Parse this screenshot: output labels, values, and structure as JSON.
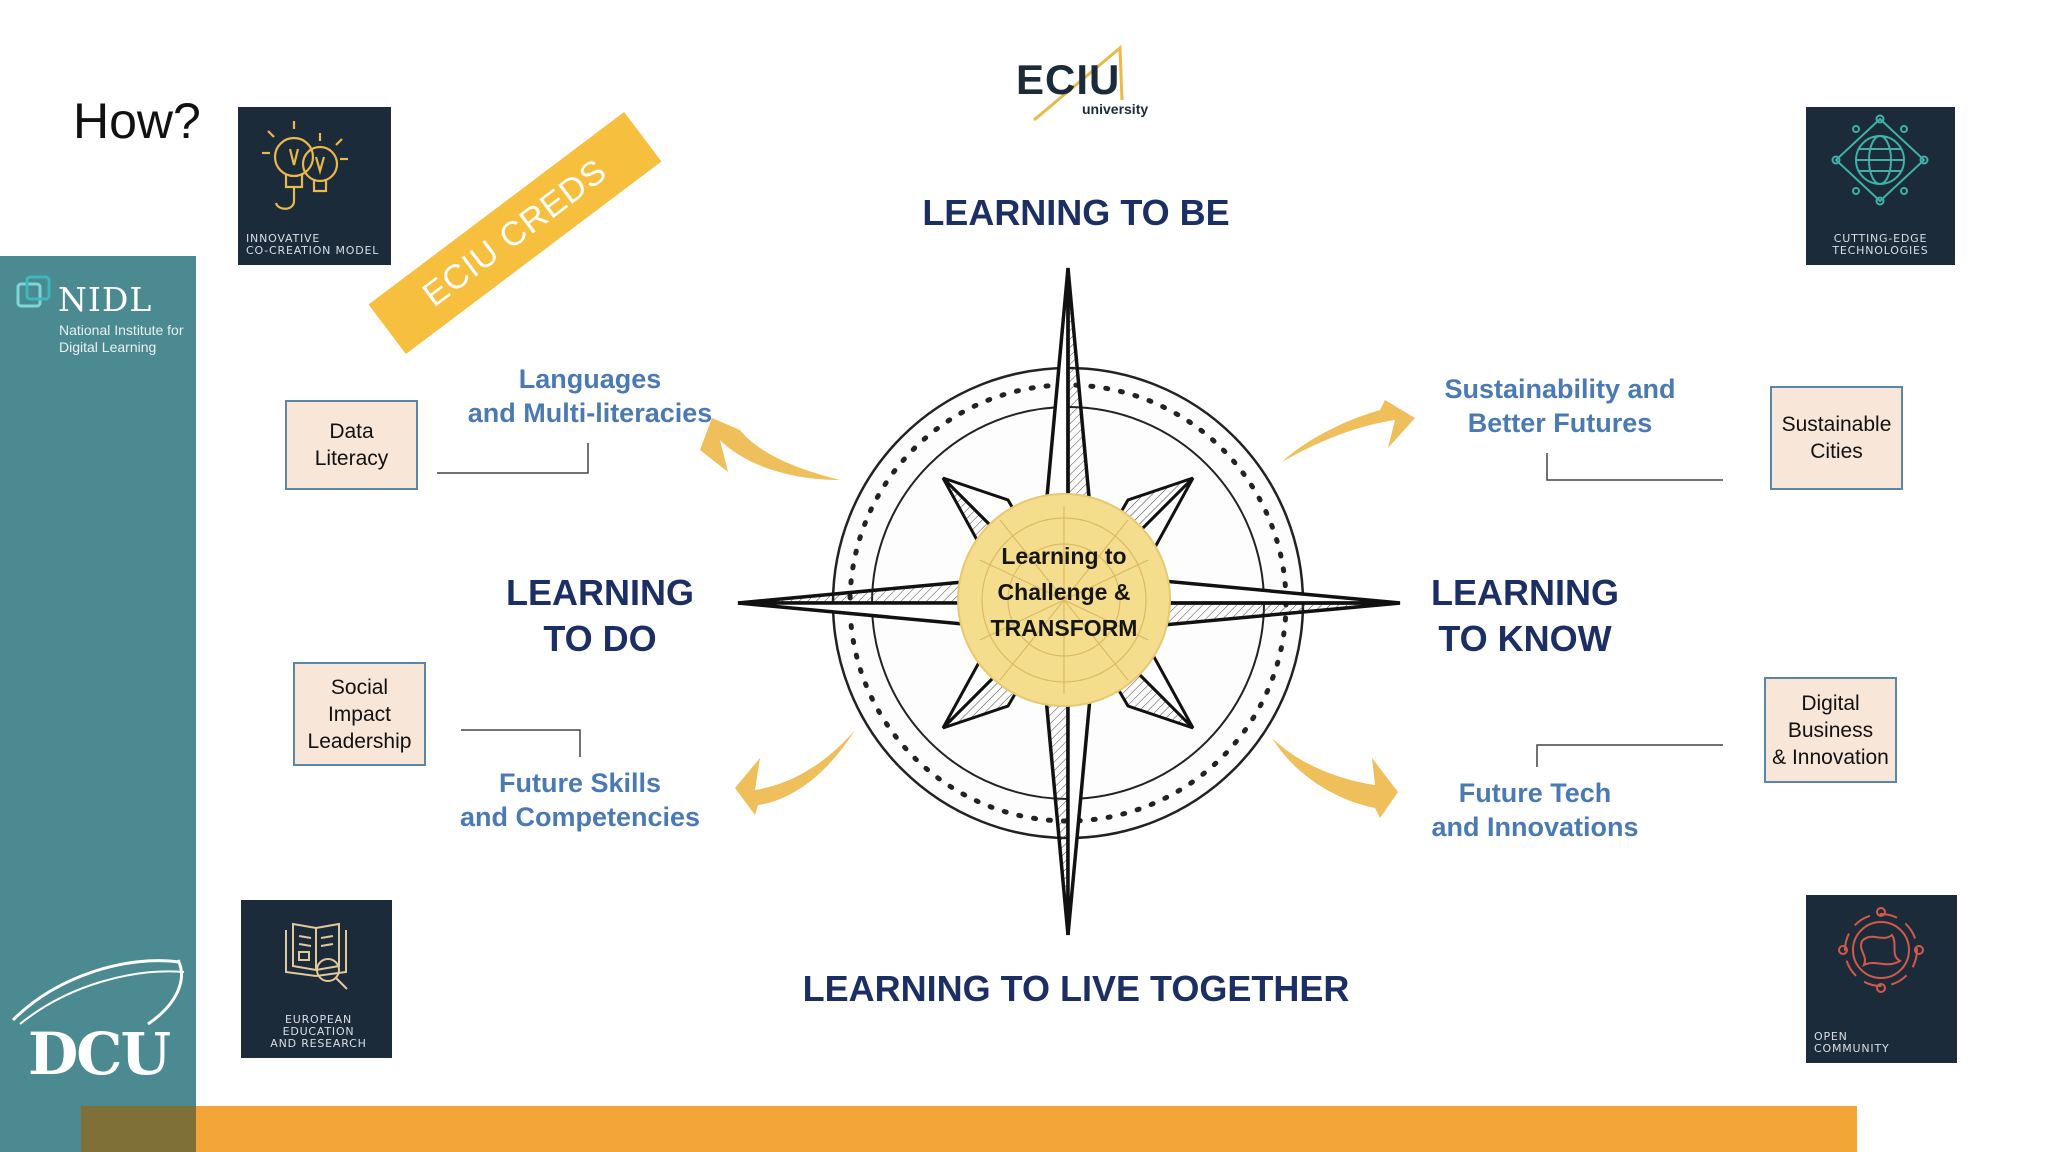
{
  "slide": {
    "title": "How?"
  },
  "sidebar": {
    "org_name": "NIDL",
    "org_subtitle": "National Institute for Digital Learning",
    "university_logo": "DCU"
  },
  "header_logo": {
    "name": "ECIU",
    "subtitle": "university"
  },
  "banner": {
    "text": "ECIU CREDS",
    "color": "#f6bf3e"
  },
  "tiles": {
    "top_left": {
      "label": "INNOVATIVE\nCO-CREATION MODEL",
      "icon": "lightbulbs-icon"
    },
    "top_right": {
      "label": "CUTTING-EDGE\nTECHNOLOGIES",
      "icon": "globe-network-icon"
    },
    "bottom_left": {
      "label": "EUROPEAN EDUCATION\nAND RESEARCH",
      "icon": "book-magnifier-icon"
    },
    "bottom_right": {
      "label": "OPEN\nCOMMUNITY",
      "icon": "planet-community-icon"
    }
  },
  "pillars": {
    "top": "LEARNING TO BE",
    "left_line1": "LEARNING",
    "left_line2": "TO DO",
    "right_line1": "LEARNING",
    "right_line2": "TO KNOW",
    "bottom": "LEARNING TO LIVE TOGETHER"
  },
  "center": {
    "line1": "Learning to",
    "line2": "Challenge &",
    "line3": "TRANSFORM"
  },
  "themes": {
    "top_left_line1": "Languages",
    "top_left_line2": "and Multi-literacies",
    "top_right_line1": "Sustainability and",
    "top_right_line2": "Better Futures",
    "bottom_left_line1": "Future Skills",
    "bottom_left_line2": "and Competencies",
    "bottom_right_line1": "Future Tech",
    "bottom_right_line2": "and Innovations"
  },
  "boxes": {
    "data_literacy_1": "Data",
    "data_literacy_2": "Literacy",
    "sustainable_cities_1": "Sustainable",
    "sustainable_cities_2": "Cities",
    "social_1": "Social",
    "social_2": "Impact",
    "social_3": "Leadership",
    "digital_1": "Digital",
    "digital_2": "Business",
    "digital_3": "& Innovation"
  },
  "colors": {
    "sidebar": "#4a8a90",
    "heading_navy": "#1b2f64",
    "theme_blue": "#4a79b4",
    "arrow_gold": "#edb84a",
    "bottom_bar": "#f4a538",
    "tile_bg": "#1b2b3a",
    "box_fill": "#f8e6d8"
  }
}
